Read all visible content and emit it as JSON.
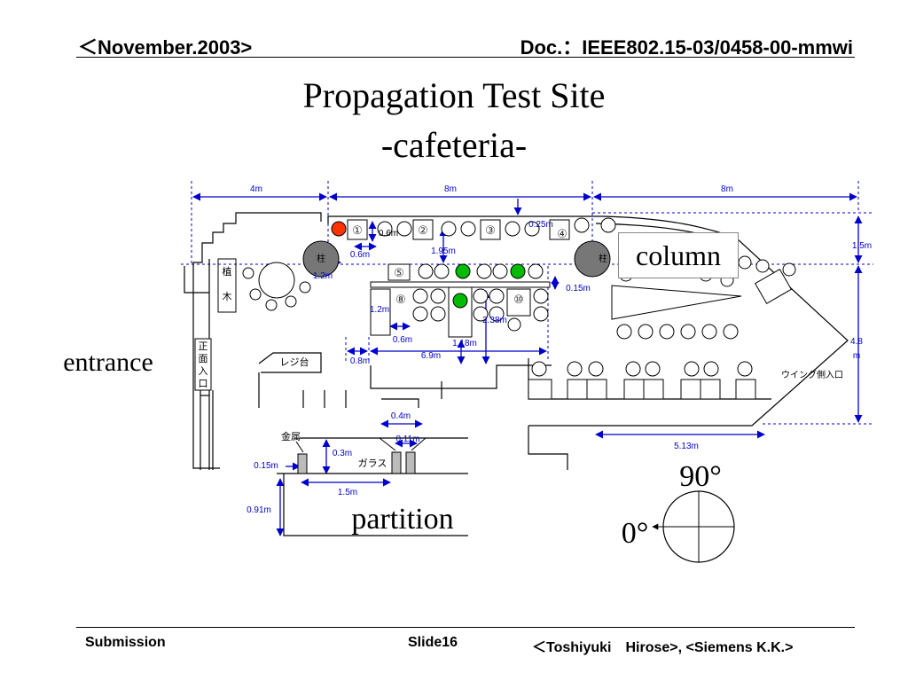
{
  "header": {
    "date": "＜November.2003>",
    "doc": "Doc.：IEEE802.15-03/0458-00-mmwi"
  },
  "title": {
    "line1": "Propagation Test Site",
    "line2": "-cafeteria-"
  },
  "labels": {
    "entrance": "entrance",
    "column": "column",
    "partition": "partition",
    "angle90": "90°",
    "angle0": "0°",
    "plant": [
      "植",
      "木"
    ],
    "front_entrance": [
      "正",
      "面",
      "入",
      "口"
    ],
    "register": "レジ台",
    "wing_entrance": "ウイング側入口",
    "metal": "金属",
    "glass": "ガラス",
    "pillar": "柱"
  },
  "dimensions": {
    "d_4m": "4m",
    "d_8m_a": "8m",
    "d_8m_b": "8m",
    "d_025": "0.25m",
    "d_15m": "1.5m",
    "d_06a": "0.6m",
    "d_06b": "0.6m",
    "d_12m": "1.2m",
    "d_195": "1.95m",
    "d_015a": "0.15m",
    "d_12m_b": "1.2m",
    "d_06c": "0.6m",
    "d_238": "2.38m",
    "d_118": "1.18m",
    "d_08": "0.8m",
    "d_69": "6.9m",
    "d_48": "4.8",
    "d_48m": "m",
    "d_513": "5.13m",
    "d_04": "0.4m",
    "d_011": "0.11m",
    "d_03": "0.3m",
    "d_015b": "0.15m",
    "d_15b": "1.5m",
    "d_091": "0.91m"
  },
  "positions": [
    "①",
    "②",
    "③",
    "④",
    "⑤",
    "⑧",
    "⑩"
  ],
  "colors": {
    "dimension": "#0000cc",
    "transmitter": "#ff3300",
    "receiver": "#00bb00",
    "pillar": "#777777"
  },
  "footer": {
    "left": "Submission",
    "mid": "Slide16",
    "right": "＜Toshiyuki　Hirose>, <Siemens K.K.>"
  }
}
